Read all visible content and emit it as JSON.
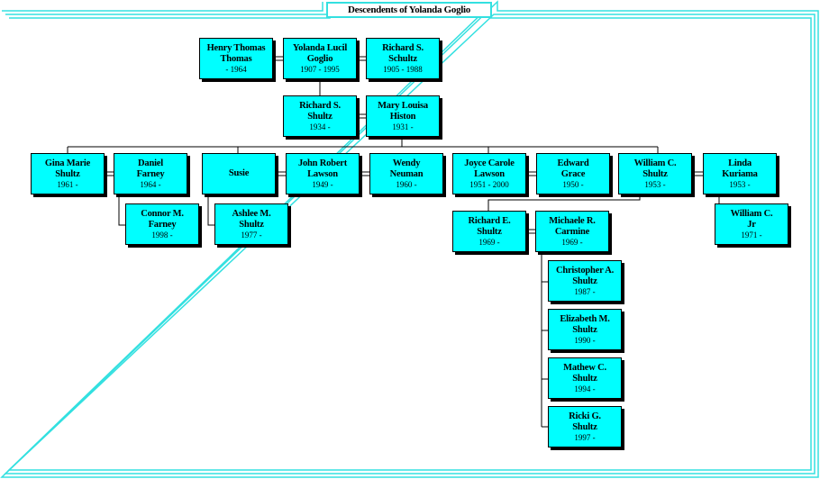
{
  "title": "Descendents of Yolanda Goglio",
  "people": {
    "henry": {
      "name1": "Henry Thomas",
      "name2": "Thomas",
      "dates": "- 1964"
    },
    "yolanda": {
      "name1": "Yolanda Lucil",
      "name2": "Goglio",
      "dates": "1907 - 1995"
    },
    "richard_sr": {
      "name1": "Richard S.",
      "name2": "Schultz",
      "dates": "1905 - 1988"
    },
    "richard_jr": {
      "name1": "Richard S.",
      "name2": "Shultz",
      "dates": "1934 -"
    },
    "mary": {
      "name1": "Mary Louisa",
      "name2": "Histon",
      "dates": "1931 -"
    },
    "gina": {
      "name1": "Gina Marie",
      "name2": "Shultz",
      "dates": "1961 -"
    },
    "daniel": {
      "name1": "Daniel",
      "name2": "Farney",
      "dates": "1964 -"
    },
    "connor": {
      "name1": "Connor M.",
      "name2": "Farney",
      "dates": "1998 -"
    },
    "susie": {
      "name1": "Susie",
      "name2": "",
      "dates": ""
    },
    "john": {
      "name1": "John Robert",
      "name2": "Lawson",
      "dates": "1949 -"
    },
    "ashlee": {
      "name1": "Ashlee M.",
      "name2": "Shultz",
      "dates": "1977 -"
    },
    "wendy": {
      "name1": "Wendy",
      "name2": "Neuman",
      "dates": "1960 -"
    },
    "joyce": {
      "name1": "Joyce Carole",
      "name2": "Lawson",
      "dates": "1951 - 2000"
    },
    "edward": {
      "name1": "Edward",
      "name2": "Grace",
      "dates": "1950 -"
    },
    "richard_e": {
      "name1": "Richard E.",
      "name2": "Shultz",
      "dates": "1969 -"
    },
    "michaele": {
      "name1": "Michaele R.",
      "name2": "Carmine",
      "dates": "1969 -"
    },
    "christopher": {
      "name1": "Christopher A.",
      "name2": "Shultz",
      "dates": "1987 -"
    },
    "elizabeth": {
      "name1": "Elizabeth M.",
      "name2": "Shultz",
      "dates": "1990 -"
    },
    "mathew": {
      "name1": "Mathew C.",
      "name2": "Shultz",
      "dates": "1994 -"
    },
    "ricki": {
      "name1": "Ricki G.",
      "name2": "Shultz",
      "dates": "1997 -"
    },
    "william": {
      "name1": "William C.",
      "name2": "Shultz",
      "dates": "1953 -"
    },
    "linda": {
      "name1": "Linda",
      "name2": "Kuriama",
      "dates": "1953 -"
    },
    "william_jr": {
      "name1": "William C.",
      "name2": "Jr",
      "dates": "1971 -"
    }
  },
  "colors": {
    "box_fill": "#00ffff",
    "frame": "#33e0e0",
    "shadow": "#000000"
  }
}
